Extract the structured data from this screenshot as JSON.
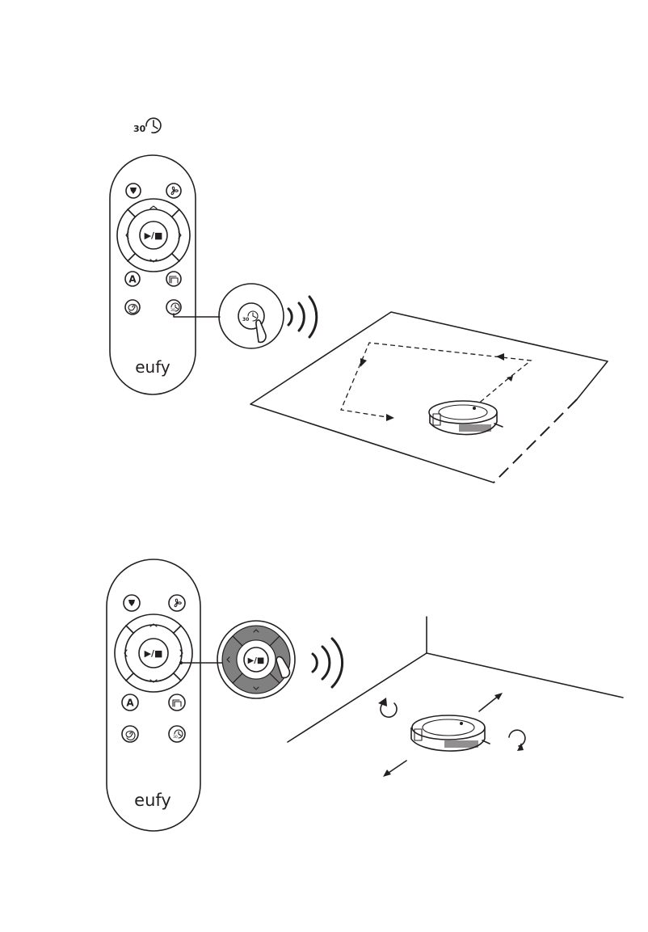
{
  "timer_button": {
    "label": "30",
    "icon": "clock-icon"
  },
  "remote": {
    "brand": "eufy",
    "play_pause_symbol": "▶/■",
    "auto_symbol": "A",
    "timer_label": "30",
    "buttons": [
      "charging-dock-icon",
      "suction-fan-icon",
      "up-arrow-icon",
      "left-arrow-icon",
      "play-pause-icon",
      "right-arrow-icon",
      "down-arrow-icon",
      "auto-clean-icon",
      "edge-clean-icon",
      "spot-clean-icon",
      "timer-clean-icon"
    ]
  },
  "colors": {
    "line": "#231f20",
    "highlight": "#808080",
    "background": "#ffffff"
  }
}
